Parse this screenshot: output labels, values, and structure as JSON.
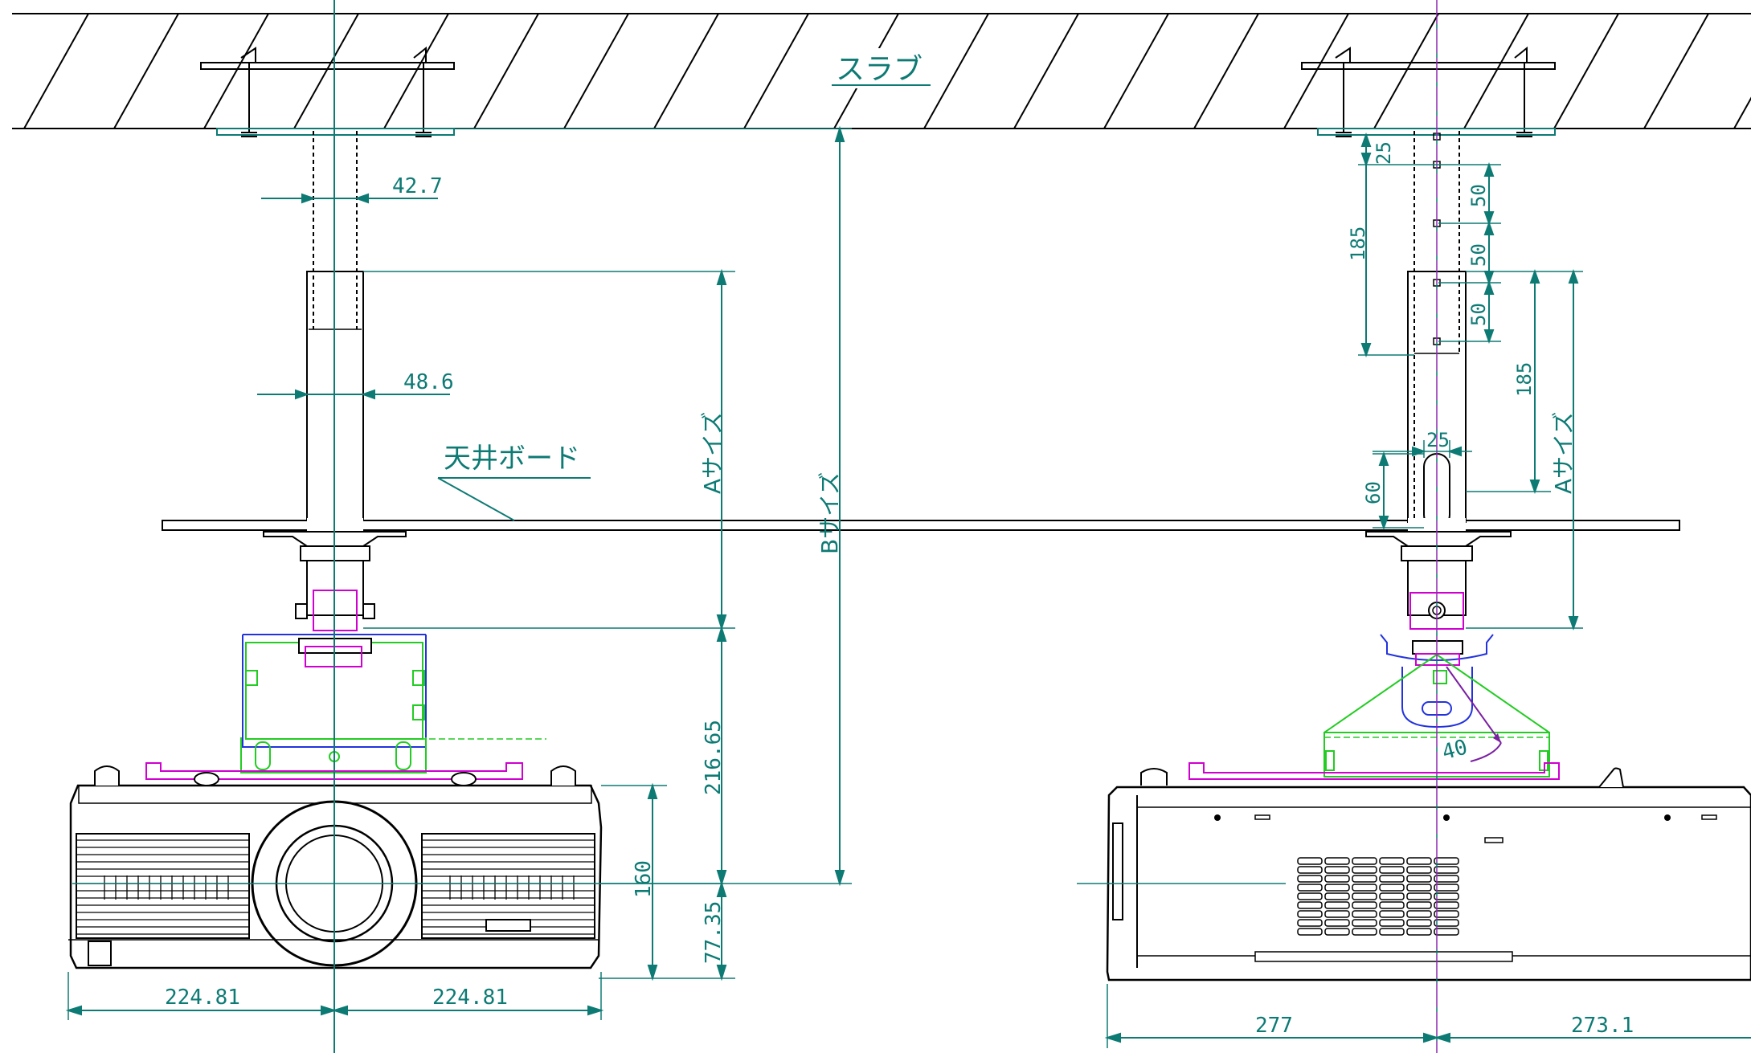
{
  "labels": {
    "slab": "スラブ",
    "ceiling_board": "天井ボード",
    "a_size_left": "Aサイズ",
    "b_size": "Bサイズ",
    "a_size_right": "Aサイズ"
  },
  "dims_left": {
    "pipe_inner": "42.7",
    "pipe_outer": "48.6",
    "mount_height": "216.65",
    "projector_height": "160",
    "lens_center": "77.35",
    "half_width_left": "224.81",
    "half_width_right": "224.81"
  },
  "dims_right": {
    "top_offset": "25",
    "pitch_1": "50",
    "pitch_2": "50",
    "pitch_3": "50",
    "inner_length": "185",
    "outer_length": "185",
    "slot_width": "25",
    "slot_height": "60",
    "tilt_angle": "40",
    "depth_front": "277",
    "depth_rear": "273.1"
  },
  "colors": {
    "line": "#000000",
    "dimension": "#0d7a74",
    "center_magenta": "#d000d0",
    "adapter_green": "#22cc22",
    "bracket_blue": "#2233dd"
  }
}
